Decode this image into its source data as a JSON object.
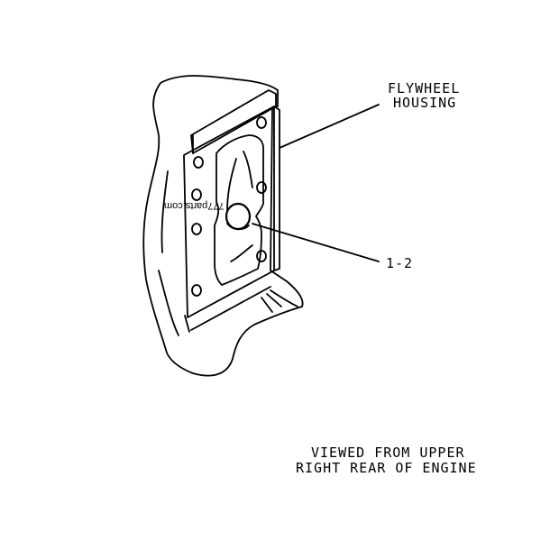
{
  "labels": {
    "part_name_line1": "FLYWHEEL",
    "part_name_line2": "HOUSING",
    "callout_ref": "1-2",
    "view_note_line1": "VIEWED FROM UPPER",
    "view_note_line2": "RIGHT REAR OF ENGINE",
    "watermark": "777parts.com"
  }
}
